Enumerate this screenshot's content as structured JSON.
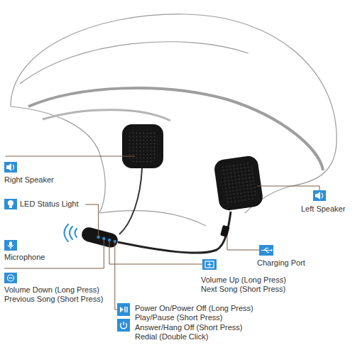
{
  "diagram": {
    "labels": [
      "Right Speaker",
      "LED Status Light",
      "Microphone",
      "Volume Down (Long Press)",
      "Previous Song (Short Press)",
      "Left Speaker",
      "Charging Port",
      "Volume Up (Long Press)",
      "Next Song (Short Press)",
      "Power On/Power Off (Long Press)",
      "Play/Pause (Short Press)",
      "Answer/Hang Off (Short Press)",
      "Redial (Double Click)"
    ]
  }
}
